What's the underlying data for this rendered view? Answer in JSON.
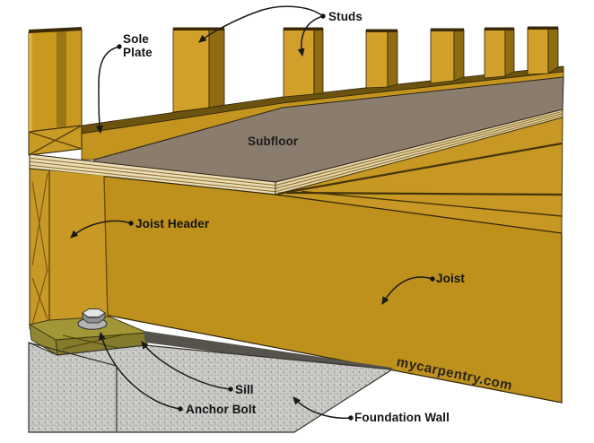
{
  "diagram": {
    "watermark": "mycarpentry.com",
    "labels": {
      "sole_plate": "Sole Plate",
      "studs": "Studs",
      "subfloor": "Subfloor",
      "joist_header": "Joist Header",
      "joist": "Joist",
      "sill": "Sill",
      "anchor_bolt": "Anchor Bolt",
      "foundation_wall": "Foundation Wall"
    },
    "colors": {
      "stud_face": "#D1A02B",
      "stud_side": "#8F6C12",
      "sole_plate_face": "#C4951E",
      "joist_face": "#BE911C",
      "subfloor_top": "#8A7D6D",
      "plywood_edge": "#EADDBC",
      "sill": "#A19737",
      "concrete": "#C8C8C6",
      "leader_line": "#1A1A1A",
      "background": "#FFFFFF"
    }
  }
}
